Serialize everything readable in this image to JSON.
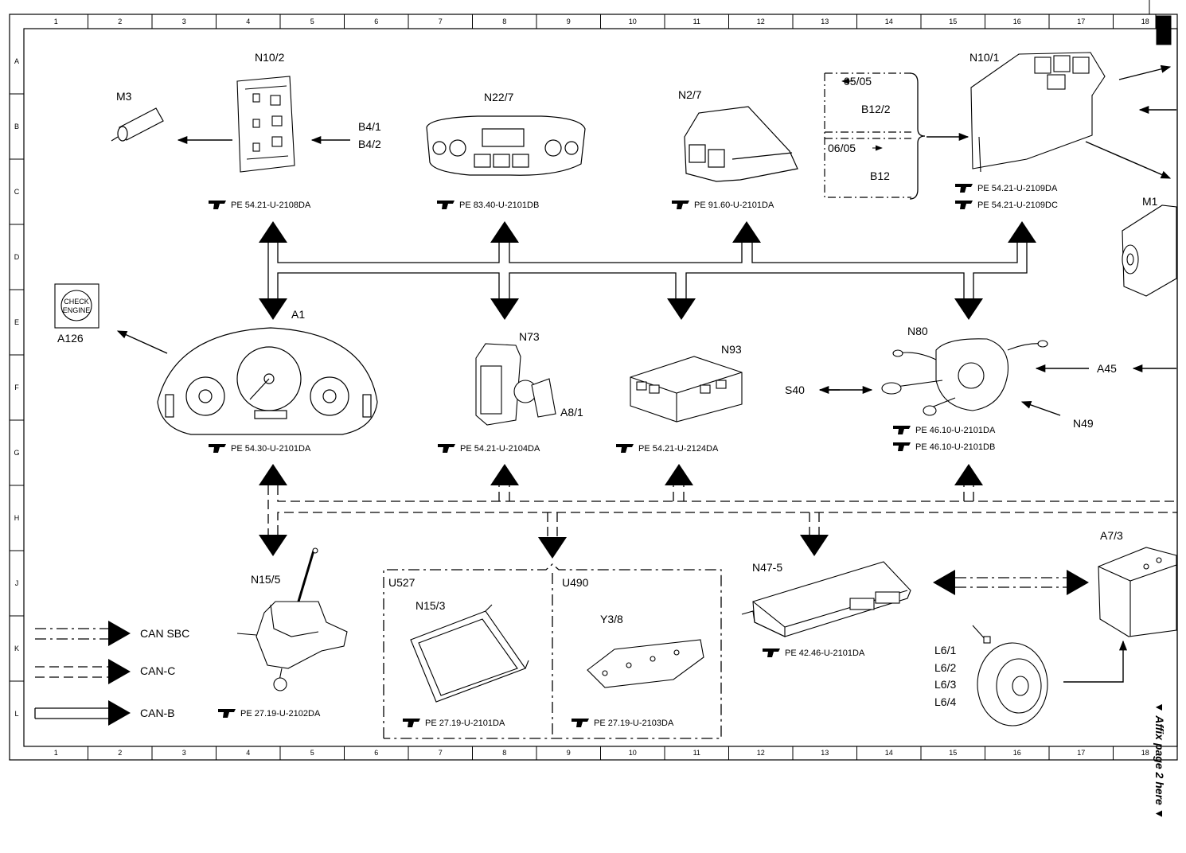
{
  "grid": {
    "columns": [
      "1",
      "2",
      "3",
      "4",
      "5",
      "6",
      "7",
      "8",
      "9",
      "10",
      "11",
      "12",
      "13",
      "14",
      "15",
      "16",
      "17",
      "18"
    ],
    "rows": [
      "A",
      "B",
      "C",
      "D",
      "E",
      "F",
      "G",
      "H",
      "J",
      "K",
      "L"
    ]
  },
  "components": {
    "m3": "M3",
    "n10_2": "N10/2",
    "b4_1": "B4/1",
    "b4_2": "B4/2",
    "n22_7": "N22/7",
    "n2_7": "N2/7",
    "d0505": "05/05",
    "b12_2": "B12/2",
    "d0605": "06/05",
    "b12": "B12",
    "n10_1": "N10/1",
    "m1": "M1",
    "a126": "A126",
    "check_engine_line1": "CHECK",
    "check_engine_line2": "ENGINE",
    "a1": "A1",
    "n73": "N73",
    "a8_1": "A8/1",
    "n93": "N93",
    "s40": "S40",
    "n80": "N80",
    "a45": "A45",
    "n49": "N49",
    "n15_5": "N15/5",
    "u527": "U527",
    "n15_3": "N15/3",
    "u490": "U490",
    "y3_8": "Y3/8",
    "n47_5": "N47-5",
    "a7_3": "A7/3",
    "l6_1": "L6/1",
    "l6_2": "L6/2",
    "l6_3": "L6/3",
    "l6_4": "L6/4"
  },
  "refs": {
    "n10_2": "PE 54.21-U-2108DA",
    "n22_7": "PE 83.40-U-2101DB",
    "n2_7": "PE 91.60-U-2101DA",
    "n10_1_a": "PE 54.21-U-2109DA",
    "n10_1_b": "PE 54.21-U-2109DC",
    "a1": "PE 54.30-U-2101DA",
    "n73": "PE 54.21-U-2104DA",
    "n93": "PE 54.21-U-2124DA",
    "n80_a": "PE 46.10-U-2101DA",
    "n80_b": "PE 46.10-U-2101DB",
    "n15_5": "PE 27.19-U-2102DA",
    "n15_3": "PE 27.19-U-2101DA",
    "y3_8": "PE 27.19-U-2103DA",
    "n47_5": "PE 42.46-U-2101DA"
  },
  "legend": {
    "can_sbc": "CAN SBC",
    "can_c": "CAN-C",
    "can_b": "CAN-B"
  },
  "side_note": "▼ Affix page 2 here ▼"
}
